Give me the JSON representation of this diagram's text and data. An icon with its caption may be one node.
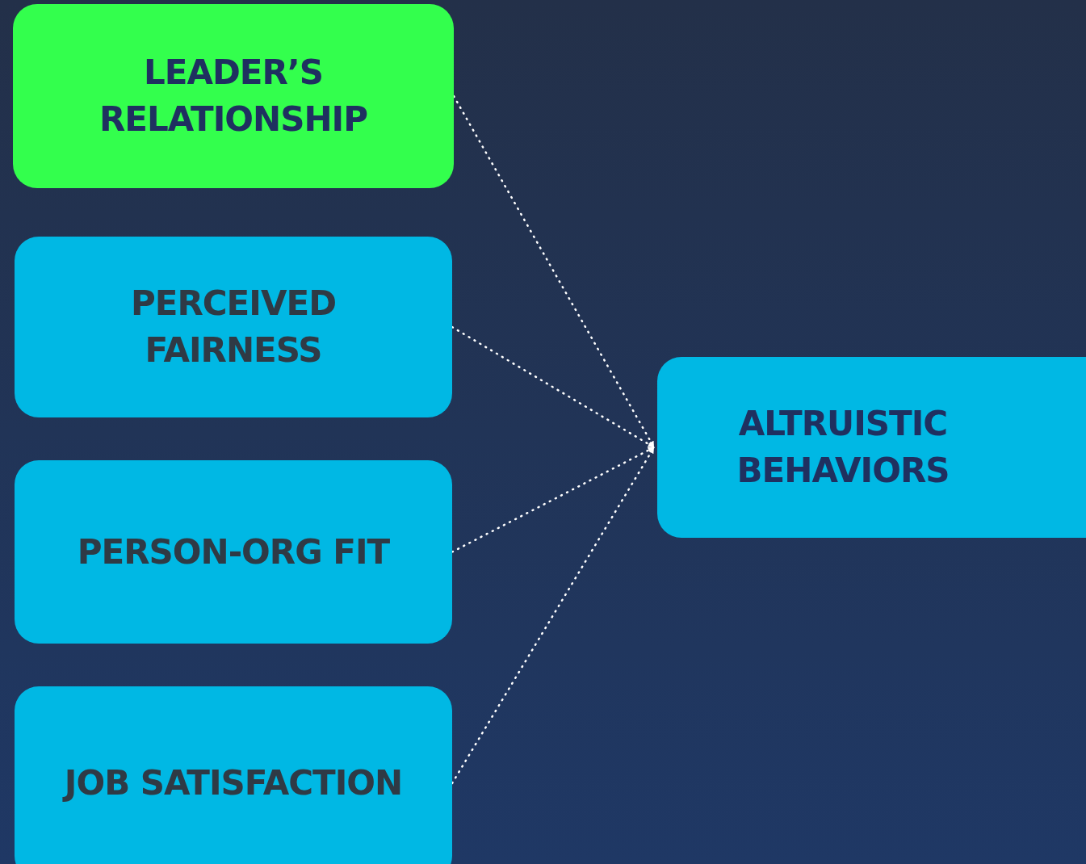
{
  "diagram": {
    "nodes": [
      {
        "text": [
          "LEADER’S RELATIONSHIP"
        ]
      },
      {
        "text": [
          "PERCEIVED FAIRNESS"
        ]
      },
      {
        "text": [
          "PERSON-ORG FIT"
        ]
      },
      {
        "text": [
          "JOB SATISFACTION"
        ]
      },
      {
        "text": [
          "ALTRUISTIC BEHAVIORS"
        ]
      }
    ],
    "edges": [
      {
        "from": 0,
        "to": 4,
        "arrow": "to",
        "style": "dashed"
      },
      {
        "from": 1,
        "to": 4,
        "arrow": "to",
        "style": "dashed"
      },
      {
        "from": 2,
        "to": 4,
        "arrow": "to",
        "style": "dashed"
      },
      {
        "from": 3,
        "to": 4,
        "arrow": "to",
        "style": "dashed"
      }
    ]
  }
}
